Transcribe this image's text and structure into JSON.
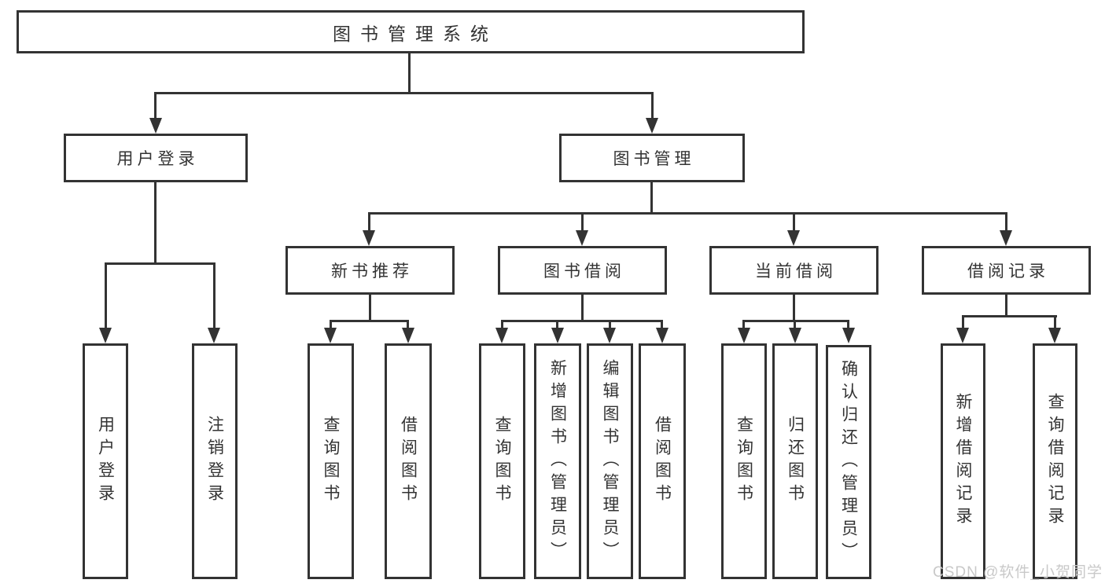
{
  "colors": {
    "line": "#333333",
    "text": "#333333",
    "background": "#ffffff",
    "watermark": "#c9c9c9"
  },
  "nodes": {
    "root": "图书管理系统",
    "user_login": "用户登录",
    "book_mgmt": "图书管理",
    "new_book_rec": "新书推荐",
    "book_borrow": "图书借阅",
    "current_borrow": "当前借阅",
    "borrow_record": "借阅记录",
    "leaves": {
      "user_login": [
        "用户登录",
        "注销登录"
      ],
      "new_book_rec": [
        "查询图书",
        "借阅图书"
      ],
      "book_borrow": [
        "查询图书",
        "新增图书（管理员）",
        "编辑图书（管理员）",
        "借阅图书"
      ],
      "current_borrow": [
        "查询图书",
        "归还图书",
        "确认归还（管理员）"
      ],
      "borrow_record": [
        "新增借阅记录",
        "查询借阅记录"
      ]
    }
  },
  "watermark": "CSDN @软件_小贺同学"
}
